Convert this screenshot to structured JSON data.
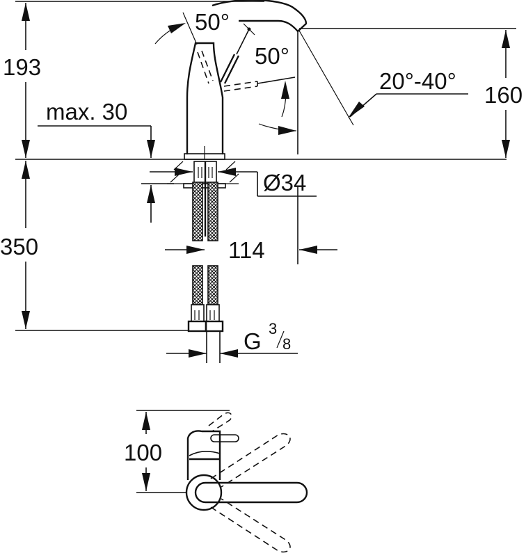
{
  "diagram": {
    "title": "Basin mixer tap dimension drawing",
    "colors": {
      "line": "#111111",
      "background": "#ffffff"
    },
    "side_view": {
      "dimensions": {
        "total_height": "193",
        "spout_height": "160",
        "below_counter": "350",
        "countertop_max": "max. 30",
        "hole_diameter": "Ø34",
        "spout_reach": "114",
        "connection": {
          "prefix": "G",
          "numerator": "3",
          "denominator": "8"
        }
      },
      "angles": {
        "lever_forward": "50°",
        "lever_back": "50°",
        "spout_flow": "20°-40°"
      }
    },
    "top_view": {
      "dimensions": {
        "lever_depth": "100"
      }
    }
  }
}
